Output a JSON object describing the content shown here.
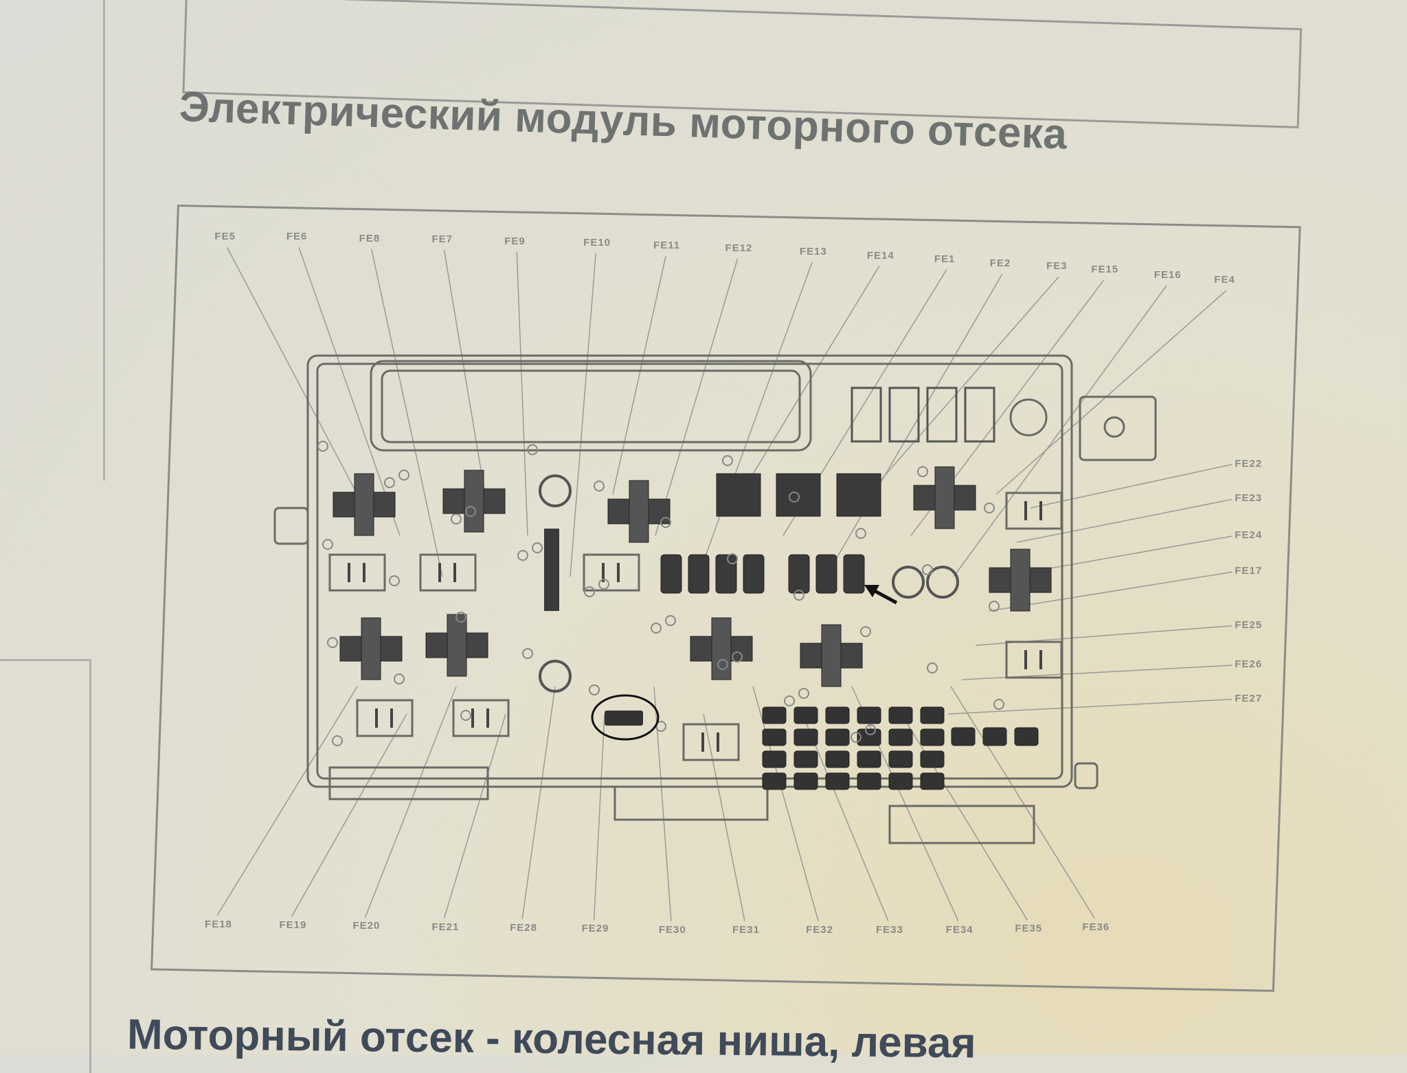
{
  "page": {
    "title": "Электрический модуль моторного отсека",
    "next_section_title": "Моторный отсек - колесная ниша, левая"
  },
  "diagram": {
    "top_labels": [
      "FE5",
      "FE6",
      "FE8",
      "FE7",
      "FE9",
      "FE10",
      "FE11",
      "FE12",
      "FE13",
      "FE14",
      "FE1",
      "FE2",
      "FE3",
      "FE15",
      "FE16",
      "FE4"
    ],
    "right_labels": [
      "FE22",
      "FE23",
      "FE24",
      "FE17",
      "FE25",
      "FE26",
      "FE27"
    ],
    "bottom_labels": [
      "FE18",
      "FE19",
      "FE20",
      "FE21",
      "FE28",
      "FE29",
      "FE30",
      "FE31",
      "FE32",
      "FE33",
      "FE34",
      "FE35",
      "FE36"
    ],
    "line_color": "#6a6a66",
    "fill_color": "#3a3a3a",
    "annotation_color": "#111111"
  }
}
